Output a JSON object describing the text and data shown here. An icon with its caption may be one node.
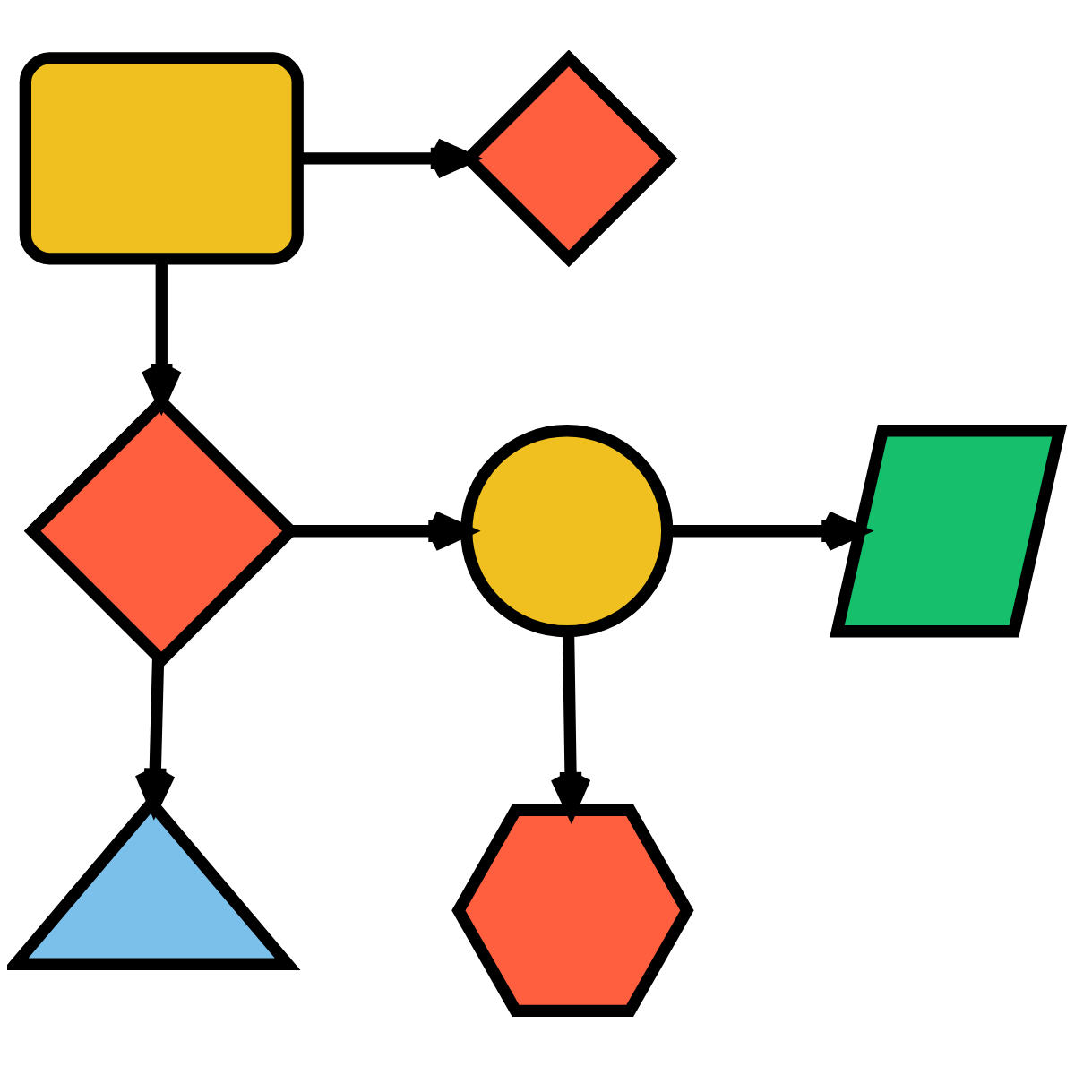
{
  "diagram": {
    "nodes": [
      {
        "text": [],
        "shape": "box"
      },
      {
        "text": [],
        "shape": "diamond"
      },
      {
        "text": [],
        "shape": "diamond"
      },
      {
        "text": [],
        "shape": "circle"
      },
      {
        "text": [],
        "shape": "parallelogram"
      },
      {
        "text": [],
        "shape": "triangle"
      },
      {
        "text": [],
        "shape": "hexagon"
      }
    ],
    "edges": [
      {
        "from": 0,
        "to": 1,
        "arrow": "to"
      },
      {
        "from": 0,
        "to": 2,
        "arrow": "to"
      },
      {
        "from": 2,
        "to": 3,
        "arrow": "to"
      },
      {
        "from": 3,
        "to": 4,
        "arrow": "to"
      },
      {
        "from": 2,
        "to": 5,
        "arrow": "to"
      },
      {
        "from": 3,
        "to": 6,
        "arrow": "to"
      }
    ]
  }
}
